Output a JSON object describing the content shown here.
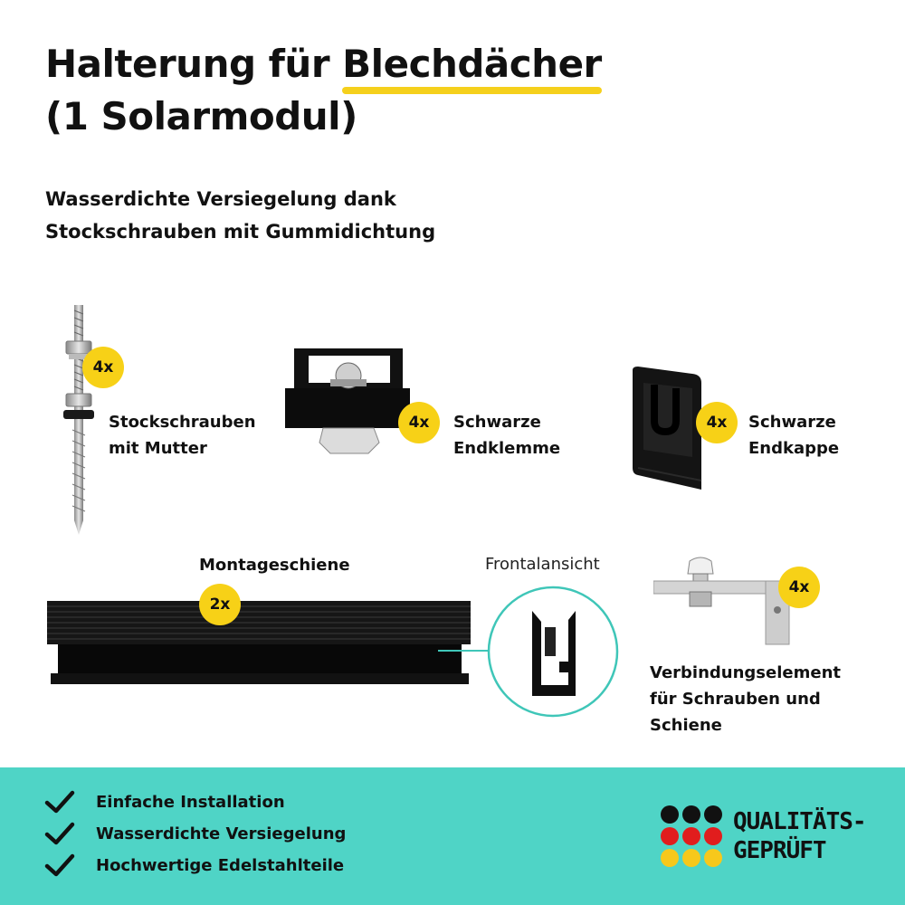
{
  "header": {
    "title_prefix": "Halterung für ",
    "title_highlight": "Blechdächer",
    "title_line2": "(1 Solarmodul)",
    "subtitle_line1": "Wasserdichte Versiegelung dank",
    "subtitle_line2": "Stockschrauben mit Gummidichtung"
  },
  "products": {
    "screw": {
      "qty": "4x",
      "label_line1": "Stockschrauben",
      "label_line2": "mit Mutter"
    },
    "clamp": {
      "qty": "4x",
      "label_line1": "Schwarze",
      "label_line2": "Endklemme"
    },
    "cap": {
      "qty": "4x",
      "label_line1": "Schwarze",
      "label_line2": "Endkappe"
    },
    "rail": {
      "qty": "2x",
      "label": "Montageschiene",
      "front_view": "Frontalansicht"
    },
    "connector": {
      "qty": "4x",
      "label_line1": "Verbindungselement",
      "label_line2": "für Schrauben und",
      "label_line3": "Schiene"
    }
  },
  "benefits": [
    {
      "text": "Einfache Installation"
    },
    {
      "text": "Wasserdichte Versiegelung"
    },
    {
      "text": "Hochwertige Edelstahlteile"
    }
  ],
  "seal": {
    "line1": "QUALITÄTS-",
    "line2": "GEPRÜFT",
    "dot_colors": [
      "#111111",
      "#e11d1d",
      "#f7c81b"
    ]
  },
  "colors": {
    "accent_yellow": "#f7d117",
    "footer_teal": "#4fd4c6",
    "ring_teal": "#3fc6b8"
  },
  "icons": [
    "check-icon"
  ]
}
